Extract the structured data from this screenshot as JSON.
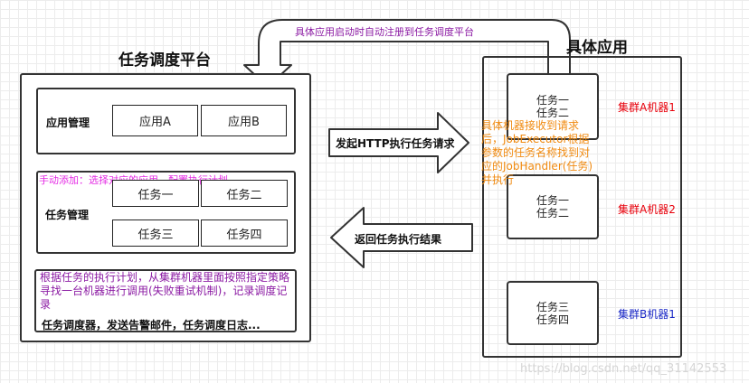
{
  "colors": {
    "cluster_a": "#e8000b",
    "cluster_b": "#1a28c7",
    "top_arrow_text": "#8b1aa3",
    "manual_add": "#e42ae4",
    "executor_note": "#f08a10",
    "dispatcher_note": "#8b1aa3"
  },
  "top_arrow": {
    "label": "具体应用启动时自动注册到任务调度平台"
  },
  "platform": {
    "title": "任务调度平台",
    "app_mgmt": {
      "label": "应用管理",
      "apps": [
        "应用A",
        "应用B"
      ]
    },
    "manual_add": "手动添加：选择对应的应用，配置执行计划",
    "task_mgmt": {
      "label": "任务管理",
      "tasks": [
        "任务一",
        "任务二",
        "任务三",
        "任务四"
      ]
    },
    "dispatcher": {
      "note": "根据任务的执行计划，从集群机器里面按照指定策略寻找一台机器进行调用(失败重试机制)，记录调度记录",
      "footer": "任务调度器，发送告警邮件，任务调度日志..."
    }
  },
  "request_arrow": {
    "label": "发起HTTP执行任务请求"
  },
  "result_arrow": {
    "label": "返回任务执行结果"
  },
  "app": {
    "title": "具体应用",
    "executor_note": "具体机器接收到请求后，JobExecutor根据参数的任务名称找到对应的JobHandler(任务)并执行",
    "machines": [
      {
        "tasks": [
          "任务一",
          "任务二"
        ],
        "cluster": "集群A机器1"
      },
      {
        "tasks": [
          "任务一",
          "任务二"
        ],
        "cluster": "集群A机器2"
      },
      {
        "tasks": [
          "任务三",
          "任务四"
        ],
        "cluster": "集群B机器1"
      }
    ]
  },
  "watermark": "https://blog.csdn.net/qq_31142553"
}
